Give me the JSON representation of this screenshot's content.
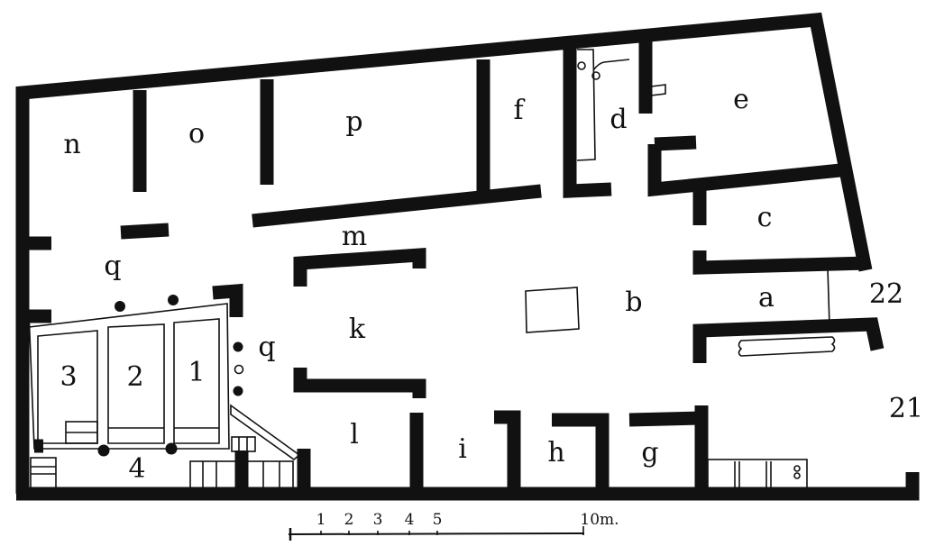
{
  "rooms": {
    "n": "n",
    "o": "o",
    "p": "p",
    "f": "f",
    "d": "d",
    "e": "e",
    "c": "c",
    "m": "m",
    "q_upper": "q",
    "q_lower": "q",
    "k": "k",
    "b": "b",
    "a": "a",
    "l": "l",
    "i": "i",
    "h": "h",
    "g": "g"
  },
  "shop_rooms": {
    "r1": "1",
    "r2": "2",
    "r3": "3",
    "r4": "4"
  },
  "entrances": {
    "e22": "22",
    "e21": "21"
  },
  "scale_bar": {
    "ticks": [
      "1",
      "2",
      "3",
      "4",
      "5"
    ],
    "end_label": "10m."
  }
}
